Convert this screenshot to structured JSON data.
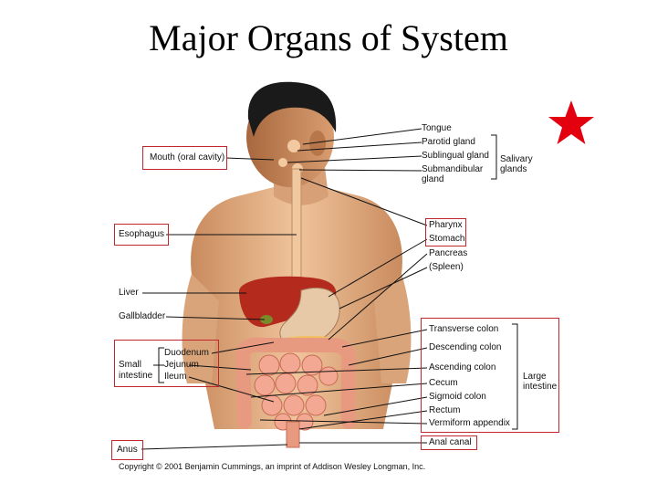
{
  "title": "Major Organs of System",
  "icons": {
    "star": "red-star-icon"
  },
  "colors": {
    "star": "#e3000f",
    "box_border": "#c0282d",
    "leader": "#111111"
  },
  "labels_left": {
    "mouth": "Mouth (oral cavity)",
    "esophagus": "Esophagus",
    "liver": "Liver",
    "gallbladder": "Gallbladder",
    "small_intestine": "Small intestine",
    "small_intestine_l1": "Small",
    "small_intestine_l2": "intestine",
    "duodenum": "Duodenum",
    "jejunum": "Jejunum",
    "ileum": "Ileum",
    "anus": "Anus"
  },
  "labels_right": {
    "tongue": "Tongue",
    "parotid": "Parotid gland",
    "sublingual": "Sublingual gland",
    "submandibular_l1": "Submandibular",
    "submandibular_l2": "gland",
    "salivary_l1": "Salivary",
    "salivary_l2": "glands",
    "pharynx": "Pharynx",
    "stomach": "Stomach",
    "pancreas": "Pancreas",
    "spleen": "(Spleen)",
    "transverse_colon": "Transverse colon",
    "descending_colon": "Descending colon",
    "ascending_colon": "Ascending colon",
    "cecum": "Cecum",
    "sigmoid_colon": "Sigmoid colon",
    "rectum": "Rectum",
    "vermiform_appendix": "Vermiform appendix",
    "large_l1": "Large",
    "large_l2": "intestine",
    "anal_canal": "Anal canal"
  },
  "copyright": "Copyright © 2001 Benjamin Cummings, an imprint of Addison Wesley Longman, Inc."
}
